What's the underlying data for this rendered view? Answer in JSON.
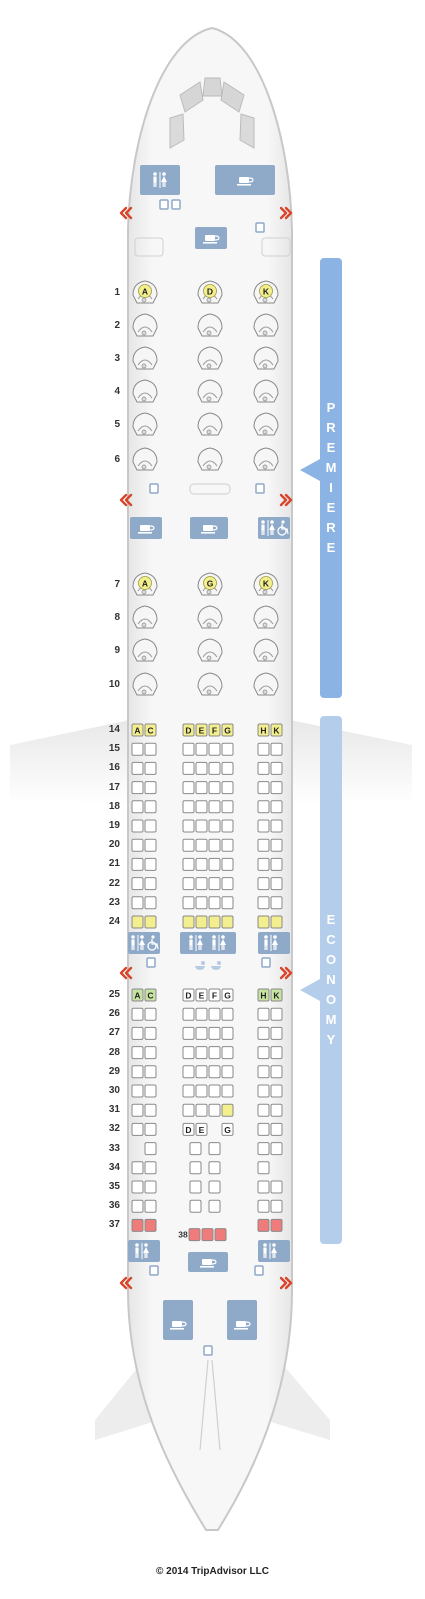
{
  "cabins": {
    "premiere": {
      "label_letters": [
        "P",
        "R",
        "E",
        "M",
        "I",
        "E",
        "R",
        "E"
      ],
      "color": "#8bb3e3"
    },
    "economy": {
      "label_letters": [
        "E",
        "C",
        "O",
        "N",
        "O",
        "M",
        "Y"
      ],
      "color": "#b3cdea"
    }
  },
  "premiere_rows": [
    "1",
    "2",
    "3",
    "4",
    "5",
    "6"
  ],
  "premiere_letters": [
    "A",
    "D",
    "K"
  ],
  "premiere2_rows": [
    "7",
    "8",
    "9",
    "10"
  ],
  "premiere2_letters": [
    "A",
    "G",
    "K"
  ],
  "economy_rows_front": [
    "14",
    "15",
    "16",
    "17",
    "18",
    "19",
    "20",
    "21",
    "22",
    "23",
    "24"
  ],
  "economy_rows_rear": [
    "25",
    "26",
    "27",
    "28",
    "29",
    "30",
    "31",
    "32",
    "33",
    "34",
    "35",
    "36",
    "37"
  ],
  "row_38": "38",
  "economy_front_letters": [
    "A",
    "C",
    "D",
    "E",
    "F",
    "G",
    "H",
    "K"
  ],
  "economy_rear_letters": [
    "A",
    "C",
    "D",
    "E",
    "F",
    "G",
    "H",
    "K"
  ],
  "row32_letters": [
    "D",
    "E",
    "G"
  ],
  "colors": {
    "fuselage": "#f2f2f2",
    "outline": "#c8c8c8",
    "facility": "#8fa9c9",
    "seat_yellow": "#f4ef8e",
    "seat_green": "#c7e3a1",
    "seat_red": "#f07b7b",
    "exit_arrow": "#d9452b"
  },
  "copyright": "© 2014 TripAdvisor LLC"
}
